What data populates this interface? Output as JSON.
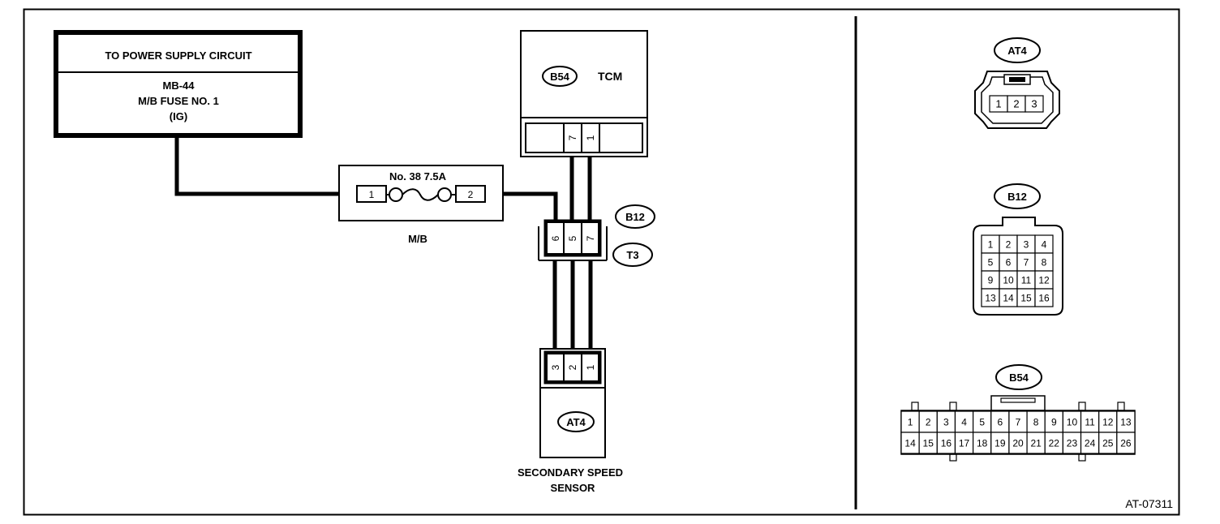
{
  "power_supply": {
    "title": "TO POWER SUPPLY CIRCUIT",
    "line1": "MB-44",
    "line2": "M/B FUSE NO. 1",
    "line3": "(IG)"
  },
  "fuse_box": {
    "fuse_label": "No. 38 7.5A",
    "pin_left": "1",
    "pin_right": "2",
    "box_label": "M/B"
  },
  "tcm": {
    "connector_id": "B54",
    "name": "TCM",
    "pins": [
      "7",
      "1"
    ]
  },
  "joint_connector": {
    "ids": [
      "B12",
      "T3"
    ],
    "pins": [
      "6",
      "5",
      "7"
    ]
  },
  "sensor": {
    "connector_id": "AT4",
    "pins": [
      "3",
      "2",
      "1"
    ],
    "name_line1": "SECONDARY SPEED",
    "name_line2": "SENSOR"
  },
  "connector_views": {
    "at4": {
      "id": "AT4",
      "pins": [
        "1",
        "2",
        "3"
      ]
    },
    "b12": {
      "id": "B12",
      "pins": [
        "1",
        "2",
        "3",
        "4",
        "5",
        "6",
        "7",
        "8",
        "9",
        "10",
        "11",
        "12",
        "13",
        "14",
        "15",
        "16"
      ]
    },
    "b54": {
      "id": "B54",
      "row1": [
        "1",
        "2",
        "3",
        "4",
        "5",
        "6",
        "7",
        "8",
        "9",
        "10",
        "11",
        "12",
        "13"
      ],
      "row2": [
        "14",
        "15",
        "16",
        "17",
        "18",
        "19",
        "20",
        "21",
        "22",
        "23",
        "24",
        "25",
        "26"
      ]
    }
  },
  "figure_id": "AT-07311"
}
